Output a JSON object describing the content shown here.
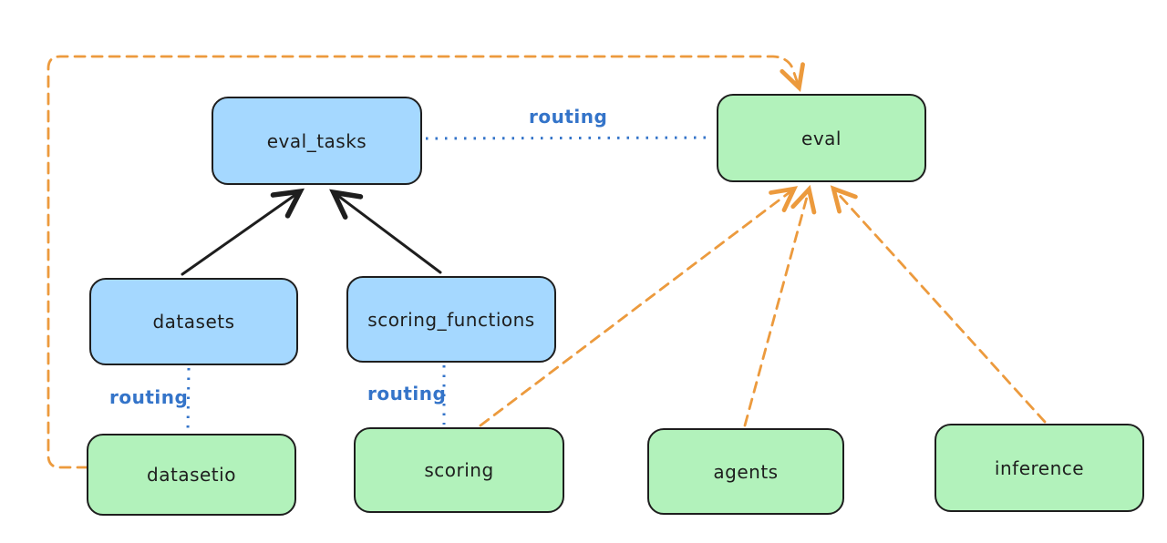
{
  "diagram": {
    "type": "flow-diagram",
    "background": "#ffffff",
    "colors": {
      "node_blue_fill": "#a5d8ff",
      "node_green_fill": "#b2f2bb",
      "node_stroke": "#1e1e1e",
      "node_text": "#1e1e1e",
      "routing_blue": "#3474c9",
      "orange": "#ec9a3d",
      "arrow_black": "#1e1e1e"
    },
    "nodes": [
      {
        "id": "eval_tasks",
        "label": "eval_tasks",
        "color": "blue"
      },
      {
        "id": "eval",
        "label": "eval",
        "color": "green"
      },
      {
        "id": "datasets",
        "label": "datasets",
        "color": "blue"
      },
      {
        "id": "scoring_functions",
        "label": "scoring_functions",
        "color": "blue"
      },
      {
        "id": "datasetio",
        "label": "datasetio",
        "color": "green"
      },
      {
        "id": "scoring",
        "label": "scoring",
        "color": "green"
      },
      {
        "id": "agents",
        "label": "agents",
        "color": "green"
      },
      {
        "id": "inference",
        "label": "inference",
        "color": "green"
      }
    ],
    "edges": [
      {
        "from": "datasets",
        "to": "eval_tasks",
        "style": "solid-black-arrow"
      },
      {
        "from": "scoring_functions",
        "to": "eval_tasks",
        "style": "solid-black-arrow"
      },
      {
        "from": "eval_tasks",
        "to": "eval",
        "style": "dotted-blue",
        "label": "routing"
      },
      {
        "from": "datasets",
        "to": "datasetio",
        "style": "dotted-blue",
        "label": "routing"
      },
      {
        "from": "scoring_functions",
        "to": "scoring",
        "style": "dotted-blue",
        "label": "routing"
      },
      {
        "from": "datasetio",
        "to": "eval",
        "style": "dashed-orange-arrow"
      },
      {
        "from": "scoring",
        "to": "eval",
        "style": "dashed-orange-arrow"
      },
      {
        "from": "agents",
        "to": "eval",
        "style": "dashed-orange-arrow"
      },
      {
        "from": "inference",
        "to": "eval",
        "style": "dashed-orange-arrow"
      }
    ],
    "edge_labels": [
      {
        "id": "routing-eval_tasks-eval",
        "text": "routing"
      },
      {
        "id": "routing-datasets-datasetio",
        "text": "routing"
      },
      {
        "id": "routing-scoring_functions-scoring",
        "text": "routing"
      }
    ]
  }
}
